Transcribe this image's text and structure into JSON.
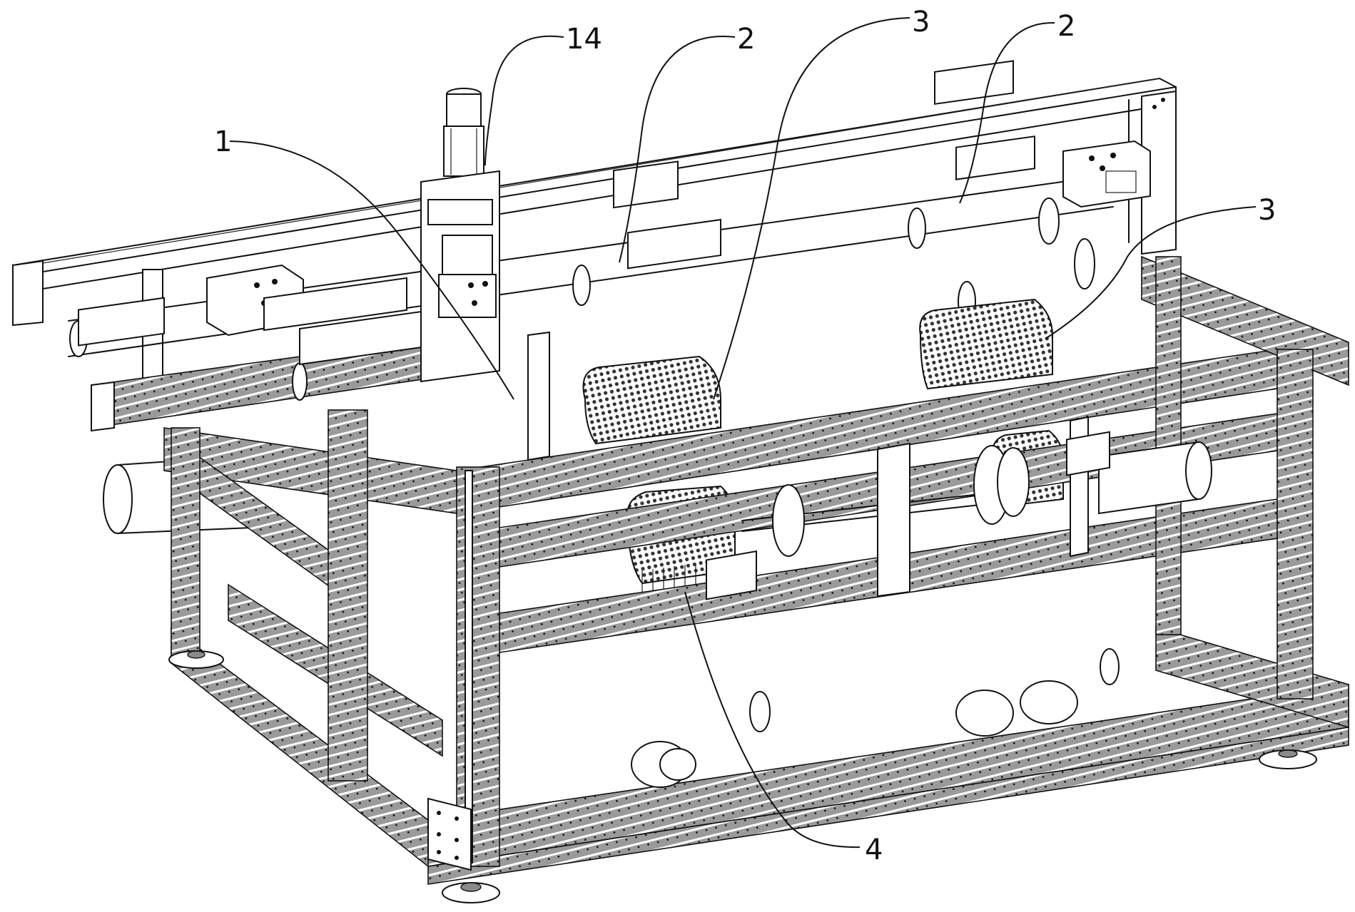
{
  "figure": {
    "type": "patent-line-drawing",
    "reference_numerals": [
      {
        "id": "label-14",
        "text": "14",
        "part": "vertical-motor-assembly"
      },
      {
        "id": "label-2-left",
        "text": "2",
        "part": "roller-cylinder-left"
      },
      {
        "id": "label-3-left",
        "text": "3",
        "part": "mesh-drum-left"
      },
      {
        "id": "label-2-right",
        "text": "2",
        "part": "roller-cylinder-right"
      },
      {
        "id": "label-3-right",
        "text": "3",
        "part": "mesh-drum-right"
      },
      {
        "id": "label-1",
        "text": "1",
        "part": "frame-mechanism"
      },
      {
        "id": "label-4",
        "text": "4",
        "part": "drive-motor-lower"
      }
    ]
  },
  "colors": {
    "line": "#111111",
    "background": "#ffffff",
    "rail_shade": "#8a8a8a",
    "light_shade": "#bdbdbd"
  }
}
